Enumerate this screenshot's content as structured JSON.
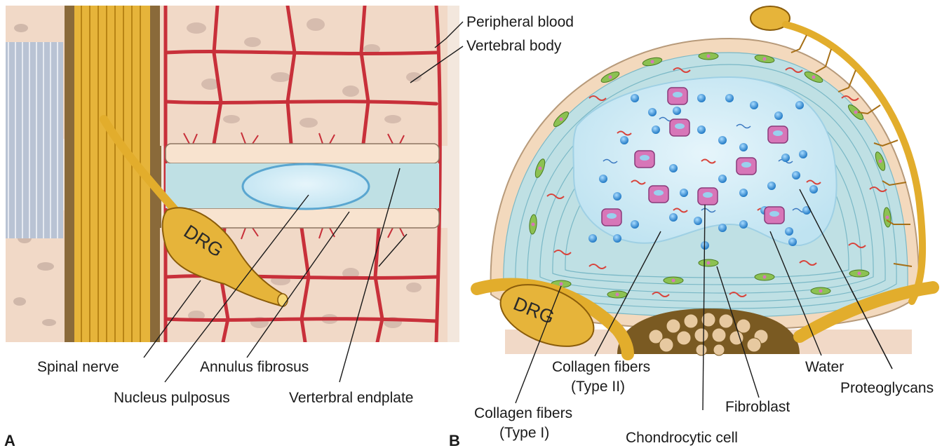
{
  "panel_a": {
    "letter": "A",
    "drg_label": "DRG",
    "labels": {
      "peripheral_blood": "Peripheral blood",
      "vertebral_body": "Vertebral body",
      "spinal_nerve": "Spinal nerve",
      "nucleus_pulposus": "Nucleus pulposus",
      "annulus_fibrosus": "Annulus fibrosus",
      "vertebral_endplate": "Verterbral endplate"
    }
  },
  "panel_b": {
    "letter": "B",
    "drg_label": "DRG",
    "labels": {
      "collagen_type2_line1": "Collagen fibers",
      "collagen_type2_line2": "(Type II)",
      "collagen_type1_line1": "Collagen fibers",
      "collagen_type1_line2": "(Type I)",
      "chondrocytic_cell": "Chondrocytic cell",
      "fibroblast": "Fibroblast",
      "water": "Water",
      "proteoglycans": "Proteoglycans"
    }
  },
  "colors": {
    "bone": "#f1d9c7",
    "vessel": "#c8303a",
    "nerve": "#e2ad2c",
    "disc": "#bfe0e4",
    "nucleus": "#cde9f4",
    "chondrocyte": "#d776b8",
    "water": "#3b95d6"
  }
}
